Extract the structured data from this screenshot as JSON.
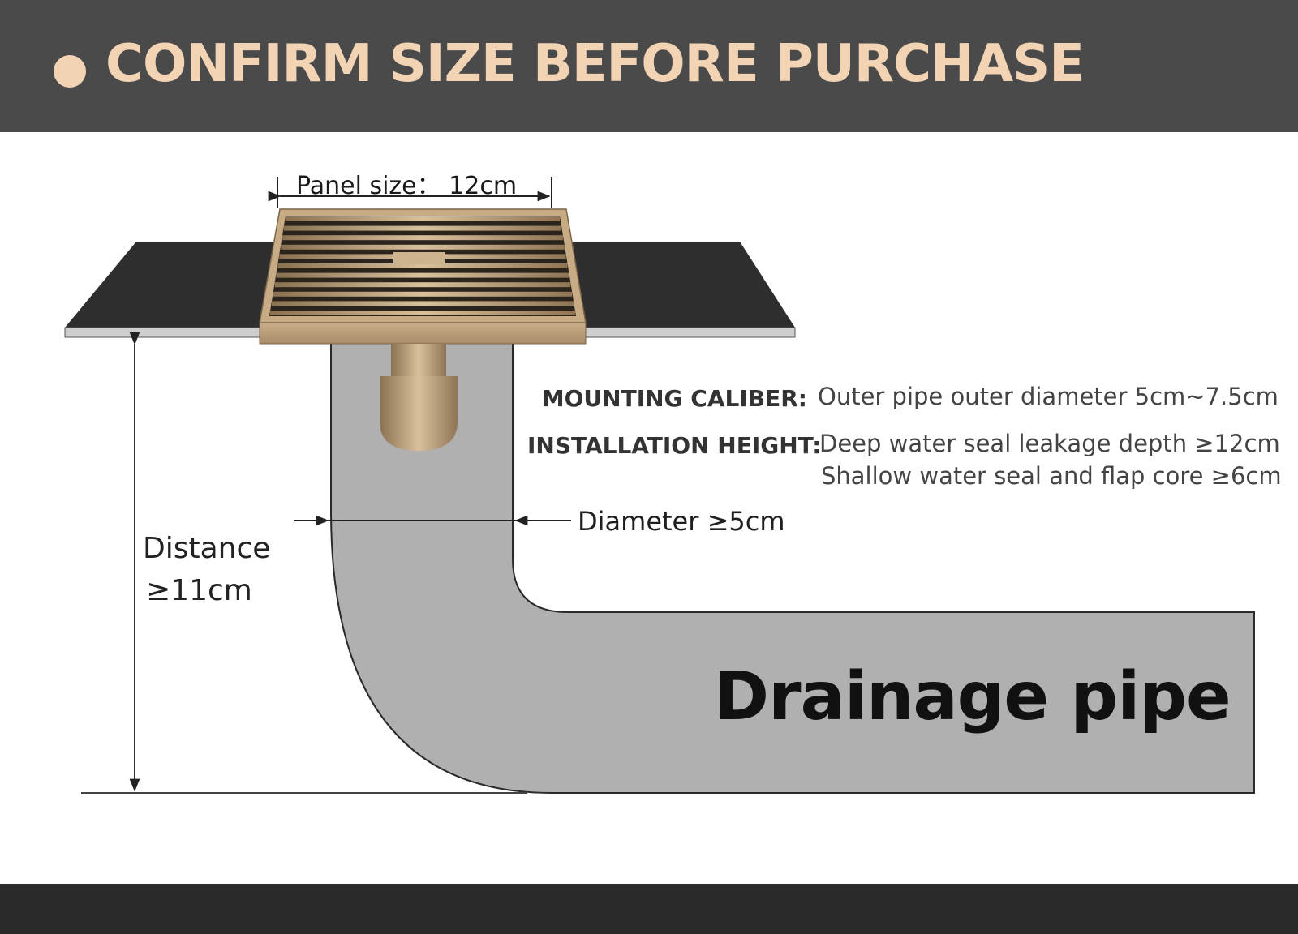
{
  "header": {
    "title": "CONFIRM SIZE BEFORE PURCHASE",
    "background": "#4b4a4a",
    "accent": "#f2d4b5"
  },
  "diagram": {
    "panel_size_label": "Panel size：  12cm",
    "specs": [
      {
        "key": "MOUNTING CALIBER:",
        "values": [
          "Outer pipe outer diameter 5cm~7.5cm"
        ]
      },
      {
        "key": "INSTALLATION HEIGHT:",
        "values": [
          "Deep water seal leakage depth ≥12cm",
          "Shallow water seal and flap core ≥6cm"
        ]
      }
    ],
    "diameter_label": "Diameter ≥5cm",
    "distance_label": [
      "Distance",
      "≥11cm"
    ],
    "pipe_label": "Drainage pipe",
    "colors": {
      "pipe": "#b0b0b0",
      "floor": "#2e2e2e",
      "grate": "#b59a77"
    }
  }
}
